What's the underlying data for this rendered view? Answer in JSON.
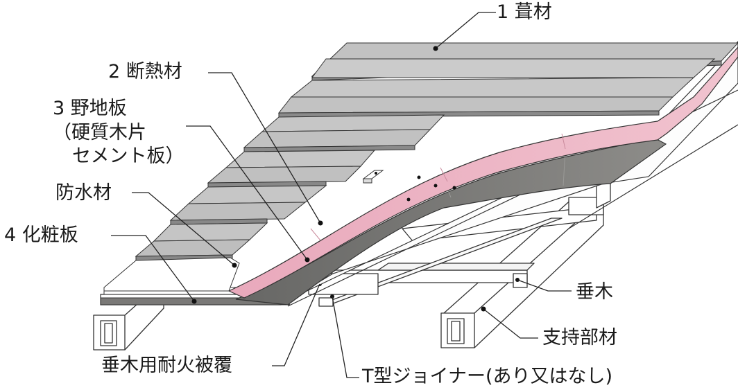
{
  "labels": {
    "roofing": "1 葺材",
    "insulation": "2 断熱材",
    "sheathing_line1": "3 野地板",
    "sheathing_line2": "（硬質木片",
    "sheathing_line3": "セメント板）",
    "waterproofing": "防水材",
    "finish_board": "4 化粧板",
    "rafter": "垂木",
    "support_member": "支持部材",
    "rafter_fireproof_cover": "垂木用耐火被覆",
    "t_joiner": "T型ジョイナー(あり又はなし)"
  },
  "colors": {
    "roofing_top": "#bdbdbd",
    "roofing_dark": "#8e8e8e",
    "insulation_pink": "#e7a2b6",
    "sheathing_dark": "#6f6f6c",
    "line": "#222222"
  }
}
